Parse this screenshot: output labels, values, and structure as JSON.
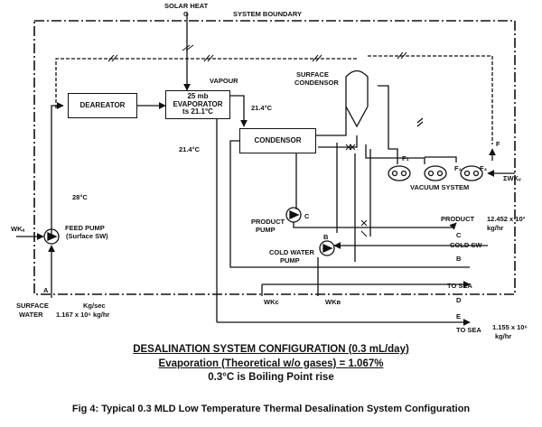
{
  "diagram": {
    "labels": {
      "solar_heat": "SOLAR HEAT",
      "g": "G",
      "system_boundary": "SYSTEM BOUNDARY",
      "vapour": "VAPOUR",
      "surface_condensor_1": "SURFACE",
      "surface_condensor_2": "CONDENSOR",
      "deareator": "DEAREATOR",
      "evap_1": "25 mb",
      "evap_2": "EVAPORATOR",
      "evap_3": "ts 21.1°C",
      "temp_214_a": "21.4°C",
      "temp_214_b": "21.4°C",
      "condensor": "CONDENSOR",
      "temp_28": "28°C",
      "f1": "F₁",
      "f2": "F₂",
      "f3": "F₃",
      "f": "F",
      "sigma_wkv": "ΣWKᵥ",
      "vacuum_system": "VACUUM SYSTEM",
      "wka": "WKₐ",
      "feed_pump_1": "FEED PUMP",
      "feed_pump_2": "(Surface SW)",
      "product_pump_1": "PRODUCT",
      "product_pump_2": "PUMP",
      "c_pump": "C",
      "product_line": "PRODUCT",
      "product_flow_1": "12.452 x 10³",
      "product_flow_2": "kg/hr",
      "c_line": "C",
      "b_pump": "B",
      "cold_sw": "COLD SW",
      "b_line": "B",
      "cold_water_pump_1": "COLD WATER",
      "cold_water_pump_2": "PUMP",
      "to_sea_d": "TO SEA",
      "d_line": "D",
      "wkc": "WKᴄ",
      "wkb": "WKʙ",
      "a_line": "A",
      "surface_water_1": "SURFACE",
      "surface_water_2": "WATER",
      "kg_sec": "Kg/sec",
      "feed_flow": "1.167 x 10⁶ kg/hr",
      "e_line": "E",
      "to_sea_e": "TO SEA",
      "sea_flow_1": "1.155 x 10⁶",
      "sea_flow_2": "kg/hr"
    },
    "colors": {
      "line": "#111111",
      "background": "#ffffff"
    }
  },
  "titles": {
    "line1": "DESALINATION SYSTEM CONFIGURATION (0.3 mL/day)",
    "line2": "Evaporation (Theoretical w/o gases) = 1.067%",
    "line3": "0.3°C is Boiling Point rise"
  },
  "caption": "Fig 4: Typical 0.3 MLD Low Temperature Thermal Desalination System Configuration"
}
